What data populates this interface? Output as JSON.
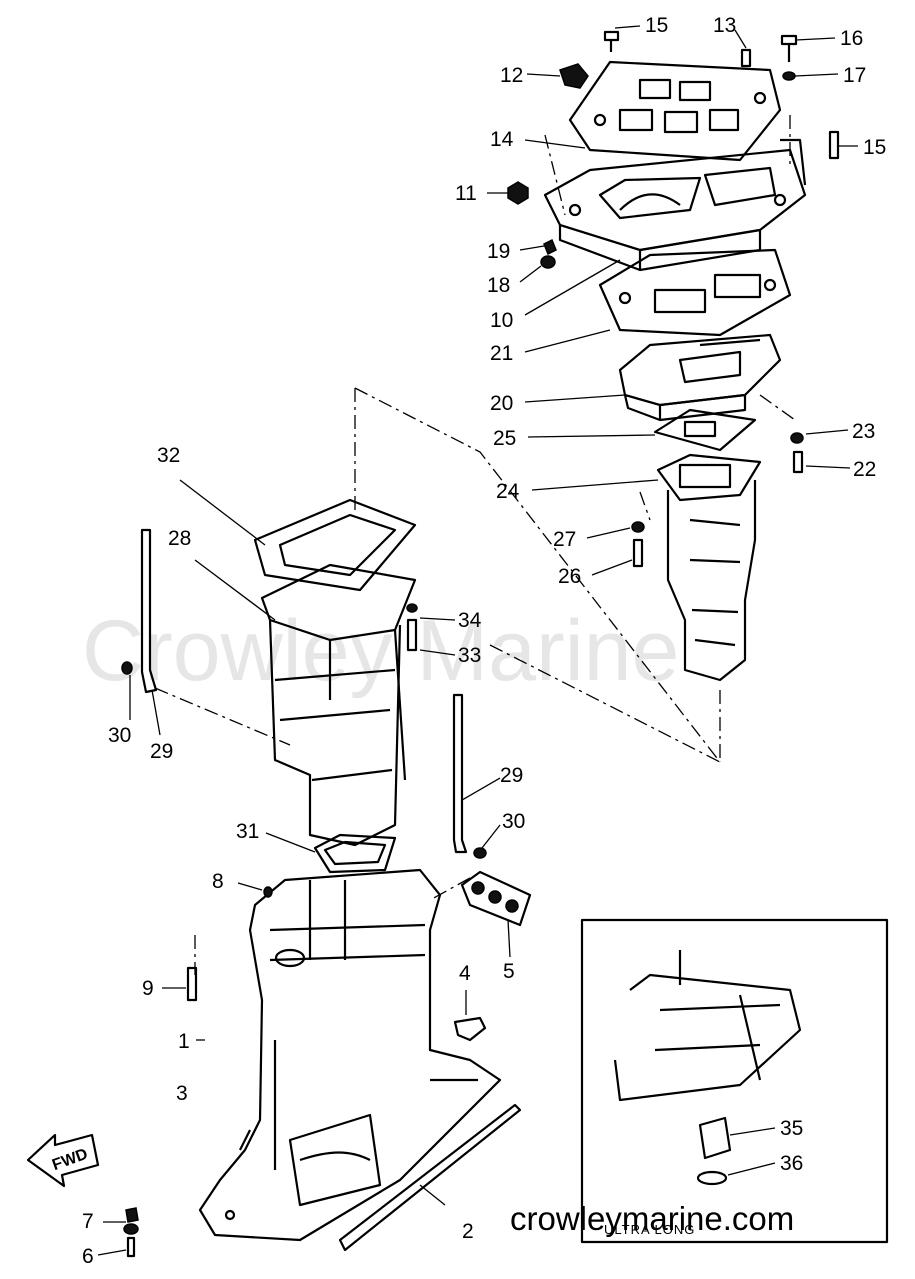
{
  "watermark": "Crowley Marine",
  "site_url": "crowleymarine.com",
  "inset_caption": "ULTRA LONG",
  "fwd_label": "FWD",
  "callouts": {
    "p1": "1",
    "p2": "2",
    "p3": "3",
    "p4": "4",
    "p5": "5",
    "p6": "6",
    "p7": "7",
    "p8": "8",
    "p9": "9",
    "p10": "10",
    "p11": "11",
    "p12": "12",
    "p13": "13",
    "p14": "14",
    "p15a": "15",
    "p15b": "15",
    "p16": "16",
    "p17": "17",
    "p18": "18",
    "p19": "19",
    "p20": "20",
    "p21": "21",
    "p22": "22",
    "p23": "23",
    "p24": "24",
    "p25": "25",
    "p26": "26",
    "p27": "27",
    "p28": "28",
    "p29a": "29",
    "p29b": "29",
    "p30a": "30",
    "p30b": "30",
    "p31": "31",
    "p32": "32",
    "p33": "33",
    "p34": "34",
    "p35": "35",
    "p36": "36"
  }
}
